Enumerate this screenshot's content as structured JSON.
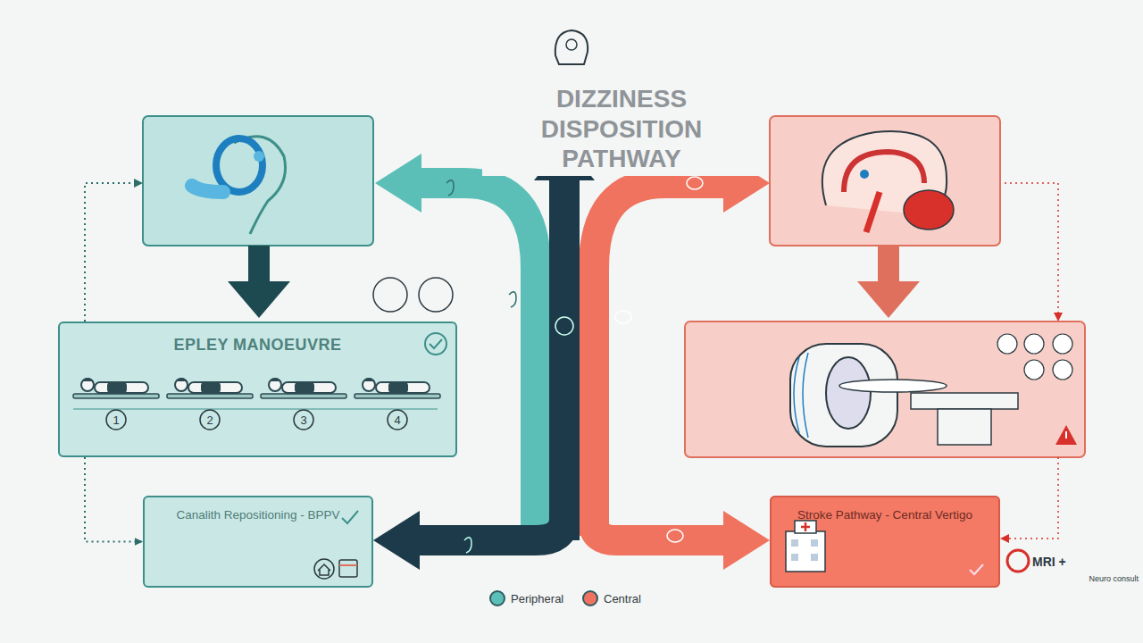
{
  "diagram": {
    "title": "DIZZINESS DISPOSITION PATHWAY",
    "nodes": [
      {
        "text": [
          "EPLEY MANOEUVRE"
        ]
      },
      {
        "text": [
          "Canalith Repositioning - BPPV"
        ]
      },
      {
        "text": [
          "Stroke Pathway - Central Vertigo"
        ]
      }
    ],
    "edges": [
      {
        "from": 0,
        "to": 1,
        "arrow": "to"
      }
    ],
    "labels": [
      "1",
      "2",
      "3",
      "4",
      "MRI +",
      "Neuro consult"
    ],
    "legend": [
      {
        "text": "Peripheral",
        "color": "#5bbfb8"
      },
      {
        "text": "Central",
        "color": "#f0735f"
      }
    ]
  }
}
